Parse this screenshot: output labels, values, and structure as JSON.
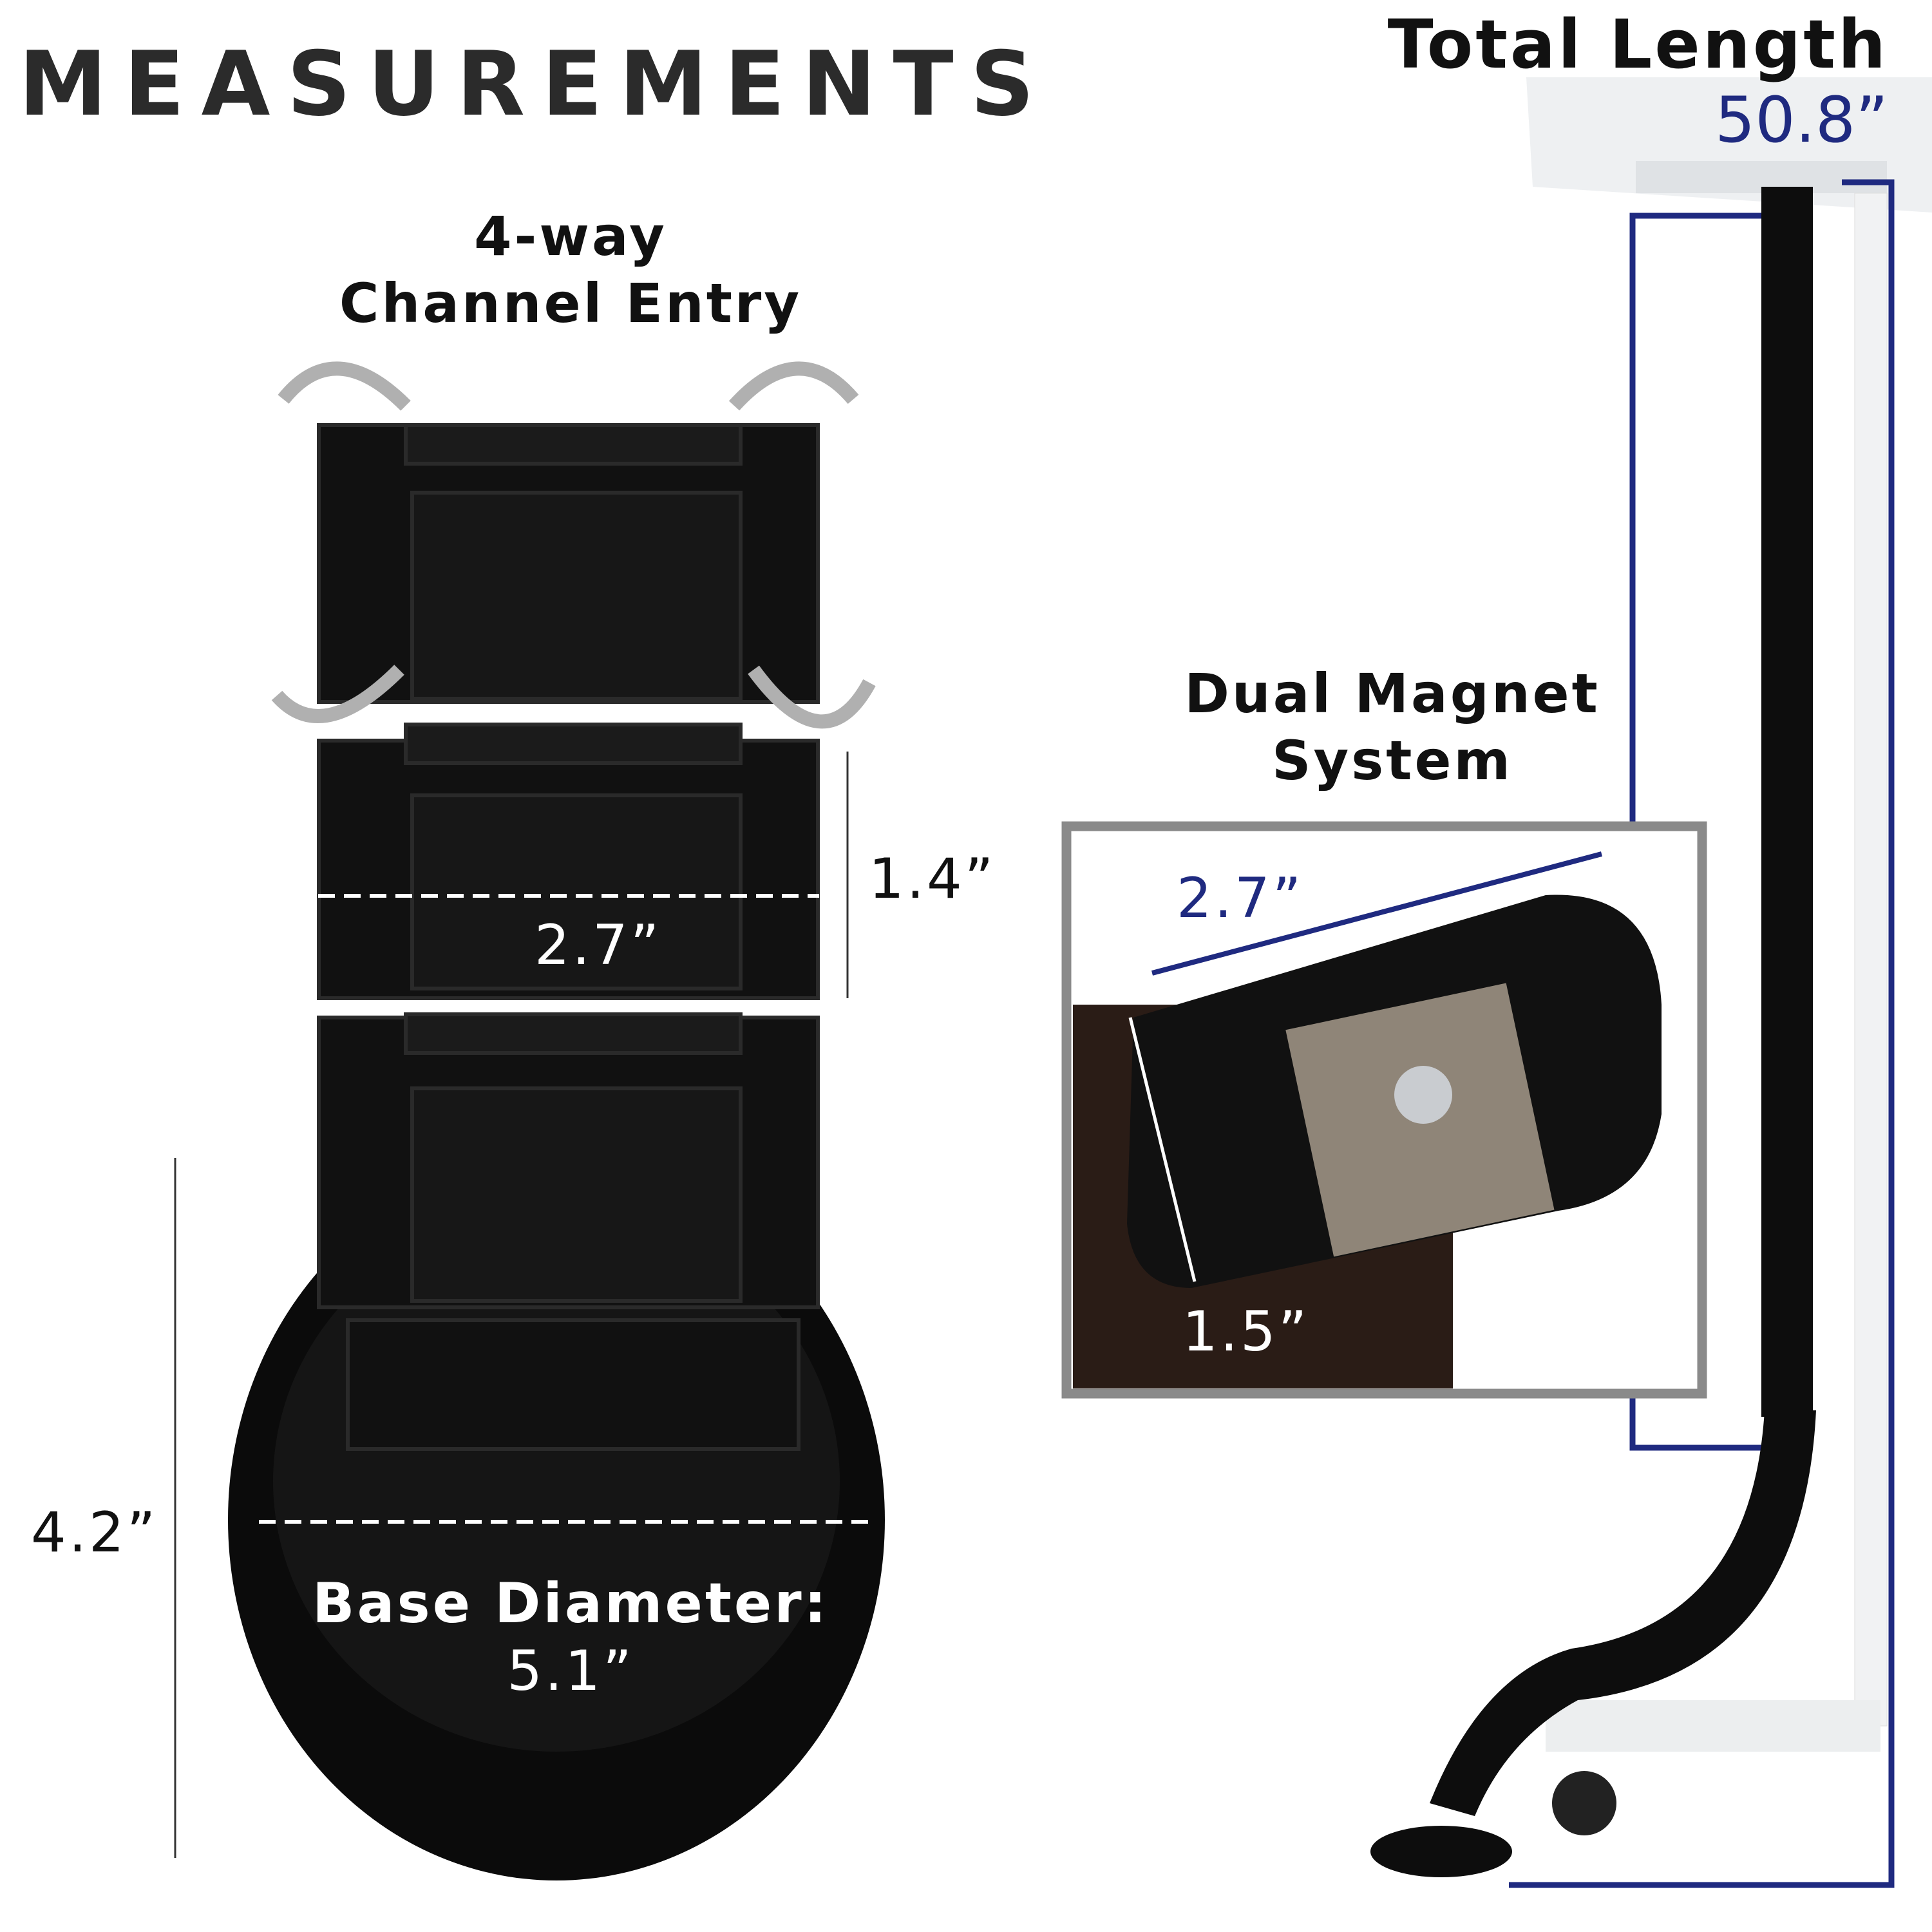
{
  "heading": "MEASUREMENTS",
  "total_length": {
    "label": "Total Length",
    "value": "50.8”"
  },
  "channel_entry": {
    "line1": "4-way",
    "line2": "Channel Entry"
  },
  "segment": {
    "width": "2.7”",
    "height": "1.4”"
  },
  "base": {
    "height": "4.2”",
    "label": "Base Diameter:",
    "value": "5.1”"
  },
  "magnet": {
    "line1": "Dual Magnet",
    "line2": "System",
    "length": "2.7”",
    "width": "1.5”"
  },
  "colors": {
    "navy": "#1f2a80",
    "inset_border": "#8a8a8a",
    "product": "#0d0d0d"
  }
}
